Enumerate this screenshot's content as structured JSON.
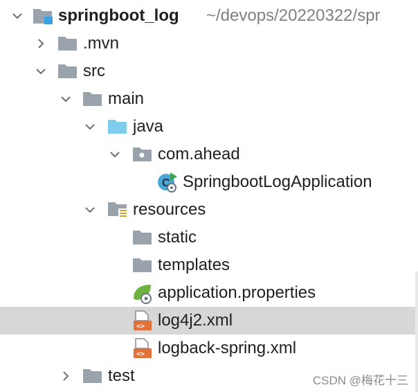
{
  "project": {
    "name": "springboot_log",
    "path": "~/devops/20220322/spr"
  },
  "items": [
    {
      "label": ".mvn",
      "icon": "folder-icon"
    },
    {
      "label": "src",
      "icon": "folder-icon"
    },
    {
      "label": "main",
      "icon": "folder-icon"
    },
    {
      "label": "java",
      "icon": "source-folder-icon"
    },
    {
      "label": "com.ahead",
      "icon": "package-icon"
    },
    {
      "label": "SpringbootLogApplication",
      "icon": "spring-boot-class-icon"
    },
    {
      "label": "resources",
      "icon": "resources-folder-icon"
    },
    {
      "label": "static",
      "icon": "folder-icon"
    },
    {
      "label": "templates",
      "icon": "folder-icon"
    },
    {
      "label": "application.properties",
      "icon": "spring-config-icon"
    },
    {
      "label": "log4j2.xml",
      "icon": "xml-file-icon"
    },
    {
      "label": "logback-spring.xml",
      "icon": "xml-file-icon"
    },
    {
      "label": "test",
      "icon": "folder-icon"
    }
  ],
  "selected_item": "log4j2.xml",
  "watermark": "CSDN @梅花十三",
  "colors": {
    "selection": "#d7d7d7",
    "folder": "#9aa2ab",
    "source_folder": "#7fcdec",
    "xml": "#e2703a",
    "spring": "#6db33f"
  }
}
